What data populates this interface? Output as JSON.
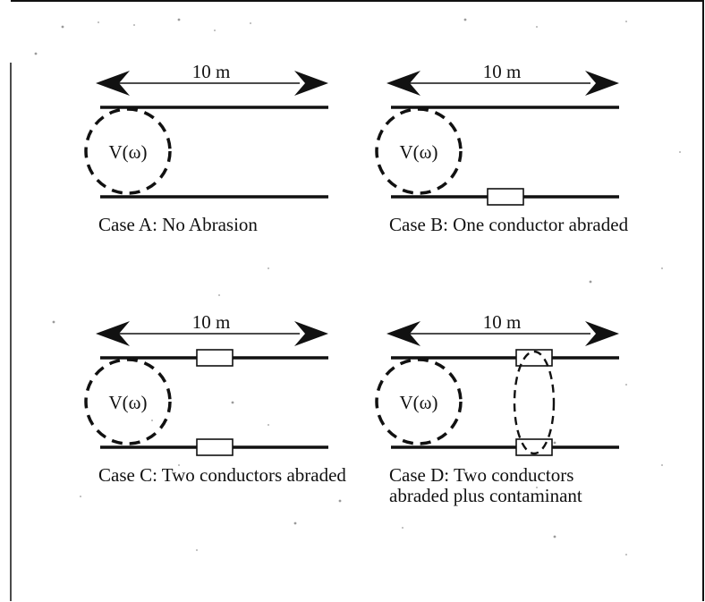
{
  "colors": {
    "ink": "#111111",
    "paper": "#ffffff",
    "box_fill": "#ffffff",
    "noise": "#9a9a9a"
  },
  "panels": [
    {
      "id": "case-a",
      "dimension_label": "10 m",
      "source_label": "V(ω)",
      "caption_lines": [
        "Case A: No Abrasion"
      ],
      "abraded_top": false,
      "abraded_bottom": false,
      "contaminant": false
    },
    {
      "id": "case-b",
      "dimension_label": "10 m",
      "source_label": "V(ω)",
      "caption_lines": [
        "Case B: One conductor abraded"
      ],
      "abraded_top": false,
      "abraded_bottom": true,
      "contaminant": false
    },
    {
      "id": "case-c",
      "dimension_label": "10 m",
      "source_label": "V(ω)",
      "caption_lines": [
        "Case C: Two conductors abraded"
      ],
      "abraded_top": true,
      "abraded_bottom": true,
      "contaminant": false
    },
    {
      "id": "case-d",
      "dimension_label": "10 m",
      "source_label": "V(ω)",
      "caption_lines": [
        "Case D: Two conductors",
        "abraded plus contaminant"
      ],
      "abraded_top": true,
      "abraded_bottom": true,
      "contaminant": true
    }
  ]
}
